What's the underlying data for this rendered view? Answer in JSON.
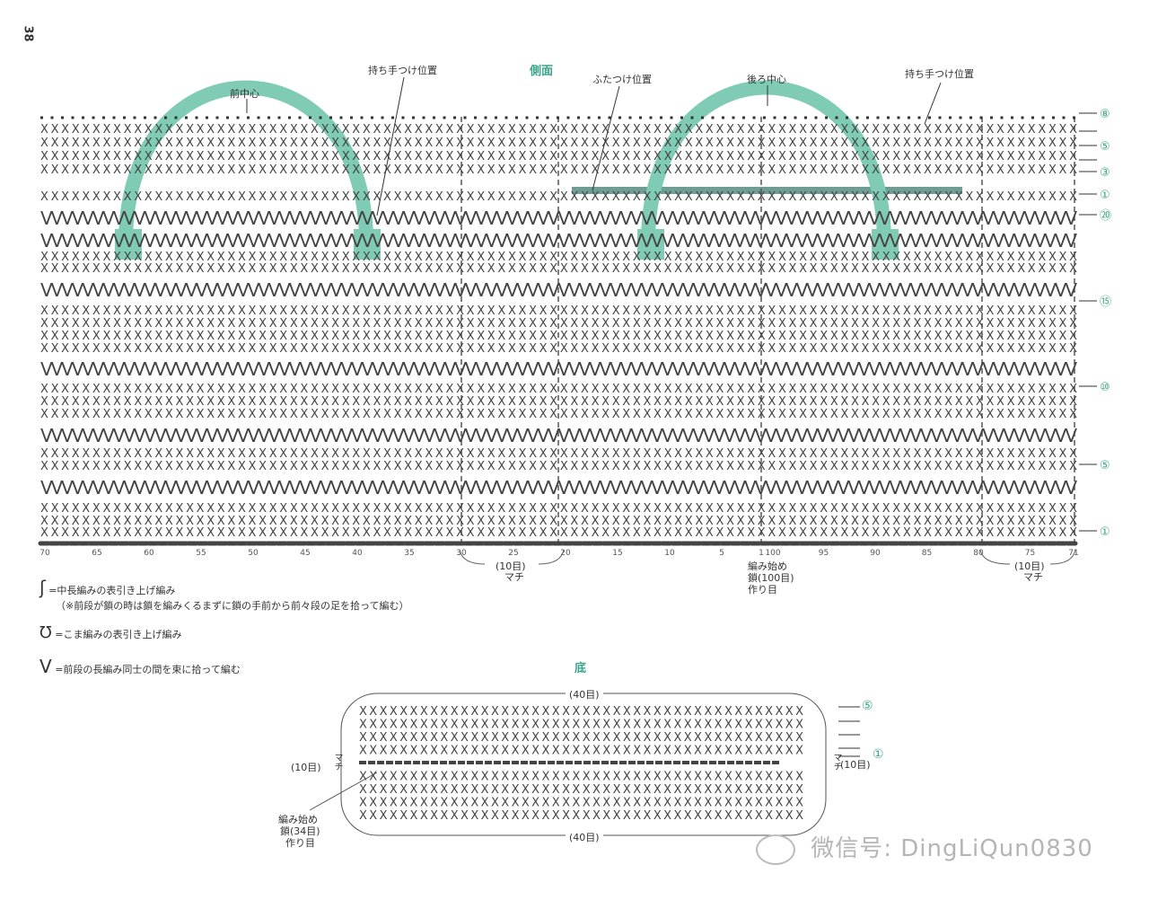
{
  "page_number": "38",
  "side": {
    "title": "側面",
    "labels": {
      "front_center": "前中心",
      "handle_pos_left": "持ち手つけ位置",
      "lid_pos": "ふたつけ位置",
      "back_center": "後ろ中心",
      "handle_pos_right": "持ち手つけ位置"
    },
    "x_ticks_left": [
      "70",
      "65",
      "60",
      "55",
      "50",
      "45",
      "40",
      "35",
      "30",
      "25",
      "20",
      "15",
      "10",
      "5",
      "1"
    ],
    "x_ticks_right": [
      "100",
      "95",
      "90",
      "85",
      "80",
      "75",
      "71"
    ],
    "gusset_left": {
      "count": "(10目)",
      "label": "マチ"
    },
    "gusset_right": {
      "count": "(10目)",
      "label": "マチ"
    },
    "start_note": [
      "編み始め",
      "鎖(100目)",
      "作り目"
    ],
    "row_numbers": [
      "⑧",
      "⑤",
      "③",
      "①",
      "⑳",
      "⑮",
      "⑩",
      "⑤",
      "①"
    ],
    "stitch_symbols": {
      "sc": "X",
      "v": "V",
      "chain": "○"
    },
    "colors": {
      "handle": "#7fcbb6",
      "lid_bar": "#6f9c94",
      "accent": "#3aa58a"
    }
  },
  "legend": [
    {
      "symbol": "ʃ",
      "text": "=中長編みの表引き上げ編み",
      "note": "（※前段が鎖の時は鎖を編みくるまずに鎖の手前から前々段の足を拾って編む）"
    },
    {
      "symbol": "℧",
      "text": "=こま編みの表引き上げ編み"
    },
    {
      "symbol": "V",
      "text": "=前段の長編み同士の間を束に拾って編む"
    }
  ],
  "bottom": {
    "title": "底",
    "top_count": "(40目)",
    "bottom_count": "(40目)",
    "left_count": "(10目)",
    "right_count": "(10目)",
    "gusset": "マチ",
    "start_note": [
      "編み始め",
      "鎖(34目)",
      "作り目"
    ],
    "row_numbers": [
      "⑤",
      "①"
    ]
  },
  "watermark": "微信号: DingLiQun0830"
}
